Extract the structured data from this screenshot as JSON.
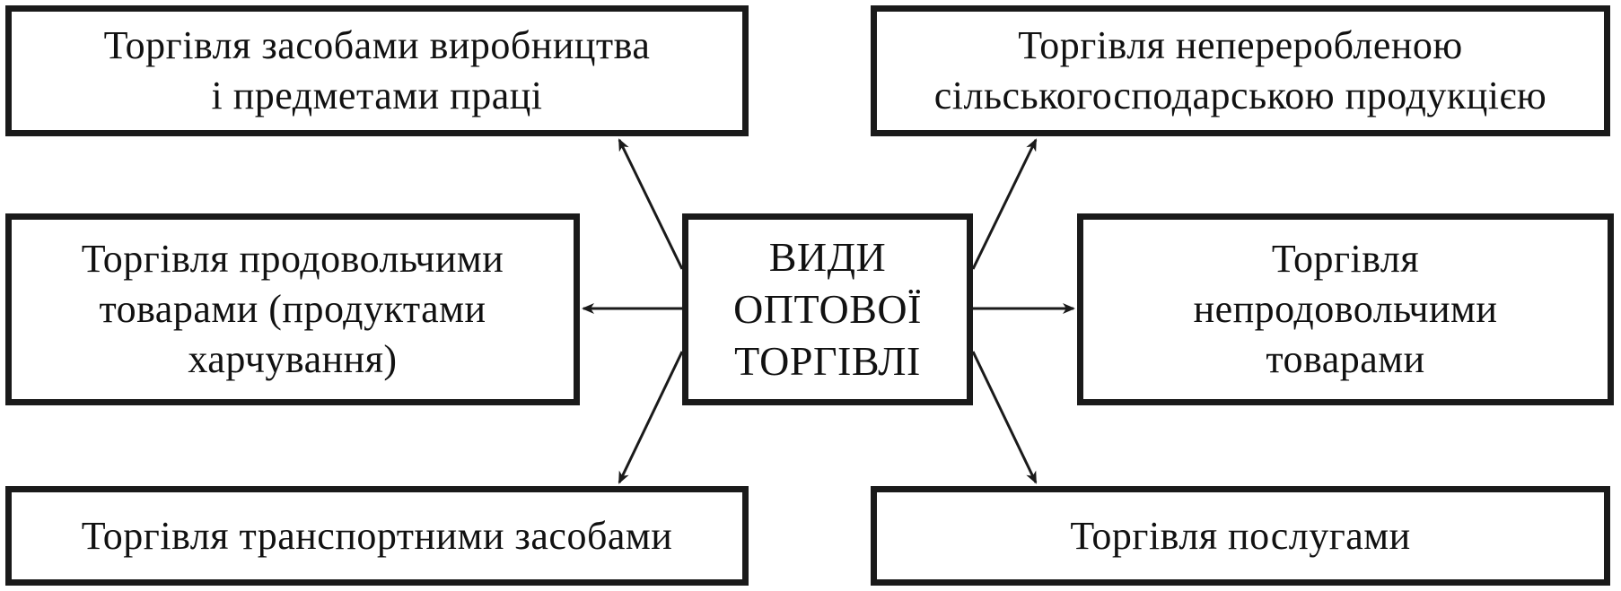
{
  "center": {
    "lines": [
      "ВИДИ",
      "ОПТОВОЇ",
      "ТОРГІВЛІ"
    ]
  },
  "boxes": {
    "top_left": [
      "Торгівля засобами виробництва",
      "і предметами праці"
    ],
    "middle_left": [
      "Торгівля продовольчими",
      "товарами (продуктами",
      "харчування)"
    ],
    "bottom_left": [
      "Торгівля транспортними засобами"
    ],
    "top_right": [
      "Торгівля непереробленою",
      "сільськогосподарською продукцією"
    ],
    "middle_right": [
      "Торгівля",
      "непродовольчими",
      "товарами"
    ],
    "bottom_right": [
      "Торгівля послугами"
    ]
  },
  "colors": {
    "border": "#1a1a1a",
    "text": "#111111",
    "background": "#ffffff"
  }
}
